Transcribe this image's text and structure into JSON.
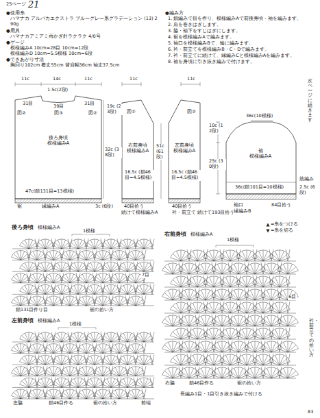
{
  "diagram": {
    "nodes": [
      {
        "text": [
          "後ろ身頃",
          "模様編みA"
        ]
      },
      {
        "text": [
          "右前身頃",
          "模様編みA"
        ]
      },
      {
        "text": [
          "左前身頃",
          "模様編みA"
        ]
      },
      {
        "text": [
          "袖",
          "模様編みA"
        ]
      },
      {
        "text": [
          "後ろ身頃",
          "模様編みA"
        ]
      },
      {
        "text": [
          "左前身頃",
          "模様編みA"
        ]
      },
      {
        "text": [
          "右前身頃",
          "模様編みA"
        ]
      }
    ],
    "labels": [
      "25ページ",
      "21",
      "●使用糸",
      "ハマナカ アルパカエクストラ ブルーグレー系グラデーション (13) 290g",
      "●用具",
      "ハマナカアミアミ両かぎ針ラクラク 4/0号",
      "●ゲージ",
      "模様編みA 10cm=28目 10cm=12段",
      "模様編みD 10cm=5.5模様 10cm=6段",
      "●できあがり寸法",
      "胸回り102cm 着丈55cm 背肩幅36cm 袖丈37.5cm",
      "●編み方",
      "1. 鎖編みで目を作り、模様編みAで前後身頃・袖を編みます。",
      "2. 肩を巻きはぎします。",
      "3. 脇・袖下をすじはぎにします。",
      "4. 裾を模様編みAで編みます。",
      "5. 袖口を模様編みBで、輪に編みます。",
      "6. 衿・前立てを模様編みB・C・Dで編みます。",
      "7. 衿・前立てに続けて、縁編みCと模様編みAを編みます。",
      "8. 袖を身頃に引き抜き編みで付けます。",
      "11c",
      "14c",
      "11c",
      "1.5c(2段)",
      "31目",
      "39目",
      "31目",
      "図②",
      "図③",
      "図②",
      "32c (38段)",
      "47c(鎖131目=13模様)",
      "裾",
      "縁編みA",
      "3c (6段)",
      "11c",
      "11c",
      "19c (23段)",
      "図②",
      "図②",
      "16.5c (鎖46目=4.5模様)",
      "51c (61段)",
      "16.5c (鎖46目=4.5模様)",
      "40目拾う",
      "40目拾う",
      "続けて模様編みA",
      "衿・前立て 続けて193目拾う",
      "36c(10模様)",
      "10c (12段)",
      "25c (30段)",
      "36c(鎖101目=10模様)",
      "袖口",
      "縁編みB",
      "84目拾う",
      "筋編み",
      "2.5c (6段)",
      "次ページに続きます",
      "1模様",
      "7目",
      "鎖131目作り目",
      "裾の拾い方",
      "1模様",
      "左脇",
      "鎖46目作る",
      "裾の拾い方",
      "前端",
      "1模様",
      "6目",
      "右脇",
      "鎖46目作る",
      "裾の拾い方",
      "衿・前立ての拾い方",
      "長編み1目・1目引き抜き編みで付ける",
      "83"
    ],
    "legend": [
      {
        "text": "=糸をつける"
      },
      {
        "text": "=糸を切る"
      }
    ]
  }
}
